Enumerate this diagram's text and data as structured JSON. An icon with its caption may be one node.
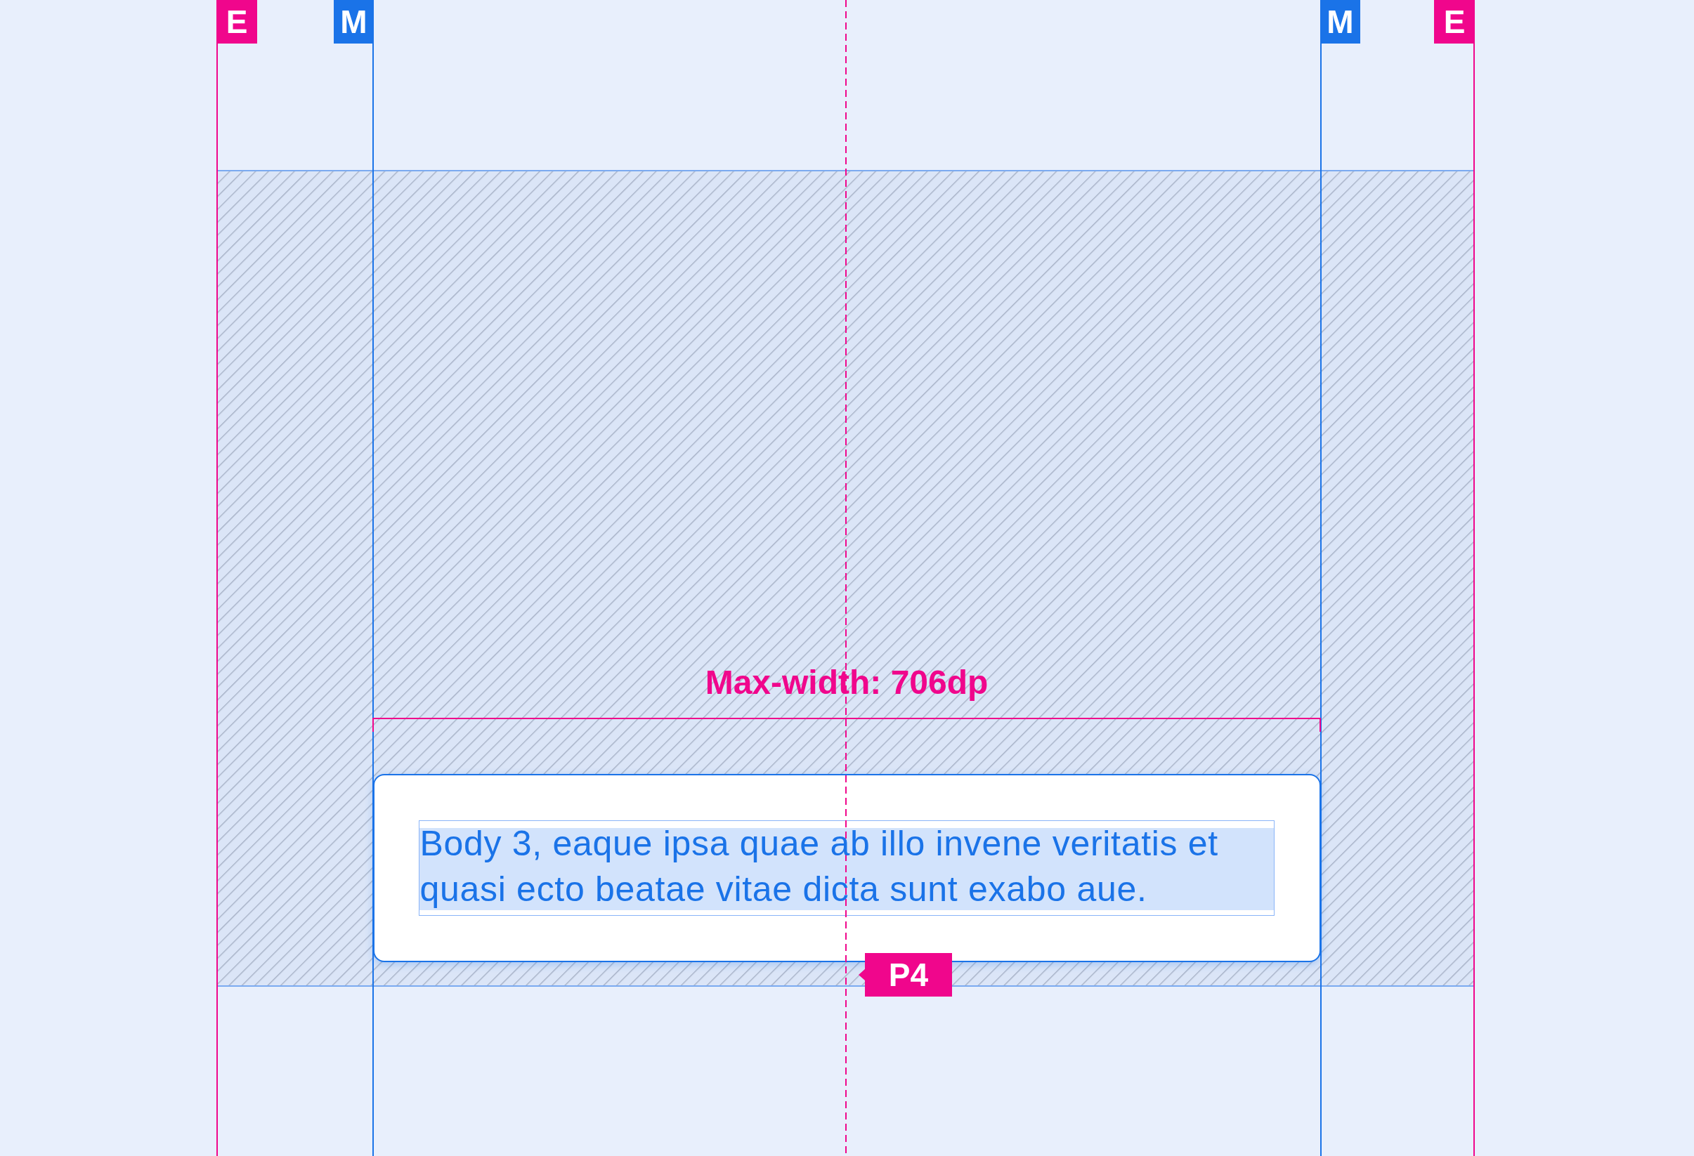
{
  "diagram": {
    "nodes": [
      {
        "text": [
          "Body 3, eaque ipsa quae ab illo invene veritatis et quasi ecto beatae vitae dicta sunt exabo aue."
        ],
        "beside": [
          "P4"
        ]
      }
    ],
    "labels": [
      "E",
      "M",
      "M",
      "E",
      "Max-width: 706dp"
    ]
  }
}
